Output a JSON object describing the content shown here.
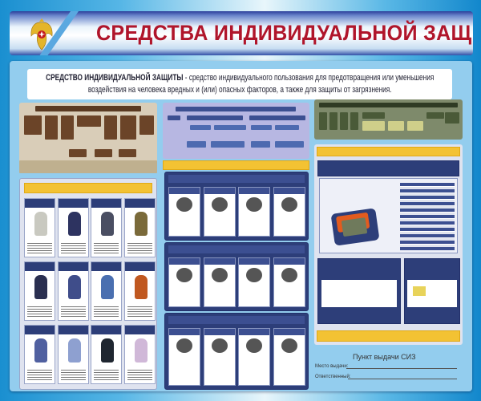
{
  "header": {
    "title": "СРЕДСТВА ИНДИВИДУАЛЬНОЙ ЗАЩИТЫ",
    "emblem": "emchs-eagle-emblem"
  },
  "definition": {
    "term": "СРЕДСТВО ИНДИВИДУАЛЬНОЙ ЗАЩИТЫ",
    "text": " - средство индивидуального пользования для предотвращения или уменьшения воздействия на человека вредных и (или) опасных факторов, а также для защиты от загрязнения."
  },
  "issue_point": {
    "title": "Пункт выдачи СИЗ",
    "place_label": "Место выдачи:",
    "responsible_label": "Ответственный:"
  },
  "colors": {
    "title": "#b0152b",
    "panel": "#93cdee",
    "navy": "#2d3e79",
    "accent_yellow": "#f3c233",
    "olive": "#6f7a5c"
  }
}
